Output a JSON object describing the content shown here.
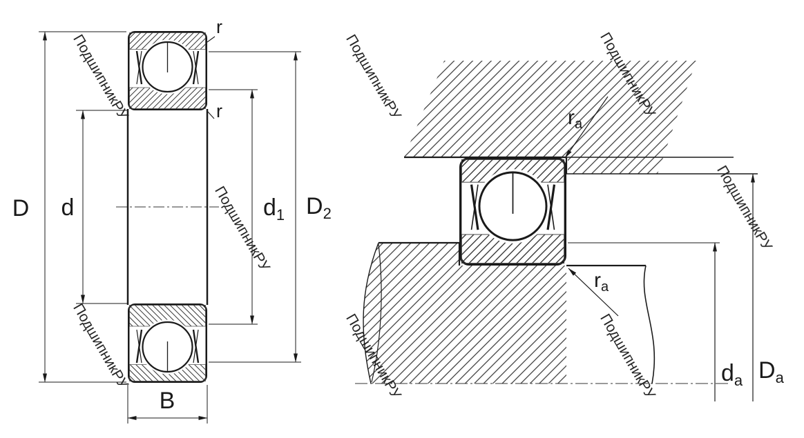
{
  "watermark": "ПодшипникРУ",
  "drawing": {
    "labels": {
      "outer_diameter": "D",
      "bore_diameter": "d",
      "inner_shoulder": {
        "base": "d",
        "sub": "1"
      },
      "outer_recess": {
        "base": "D",
        "sub": "2"
      },
      "width": "B",
      "chamfer_outer": "r",
      "chamfer_inner": "r",
      "fillet_top": {
        "base": "r",
        "sub": "a"
      },
      "fillet_bottom": {
        "base": "r",
        "sub": "a"
      },
      "shaft_shoulder": {
        "base": "d",
        "sub": "a"
      },
      "housing_shoulder": {
        "base": "D",
        "sub": "a"
      }
    }
  }
}
